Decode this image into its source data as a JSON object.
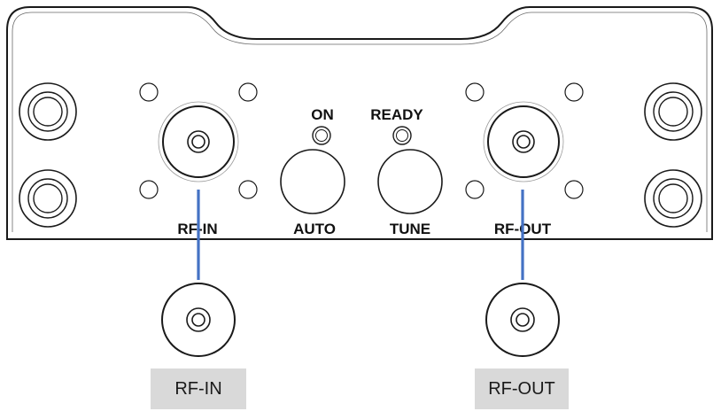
{
  "panel": {
    "labels": {
      "on": "ON",
      "ready": "READY",
      "rf_in": "RF-IN",
      "auto": "AUTO",
      "tune": "TUNE",
      "rf_out": "RF-OUT"
    }
  },
  "callouts": {
    "rf_in": "RF-IN",
    "rf_out": "RF-OUT"
  },
  "colors": {
    "outline": "#1a1a1a",
    "leader_line": "#4472c4",
    "callout_fill": "#d9d9d9"
  },
  "icons": [
    "rf-in-connector-icon",
    "rf-out-connector-icon",
    "mounting-screw-icon",
    "indicator-led-icon",
    "push-button-icon"
  ]
}
